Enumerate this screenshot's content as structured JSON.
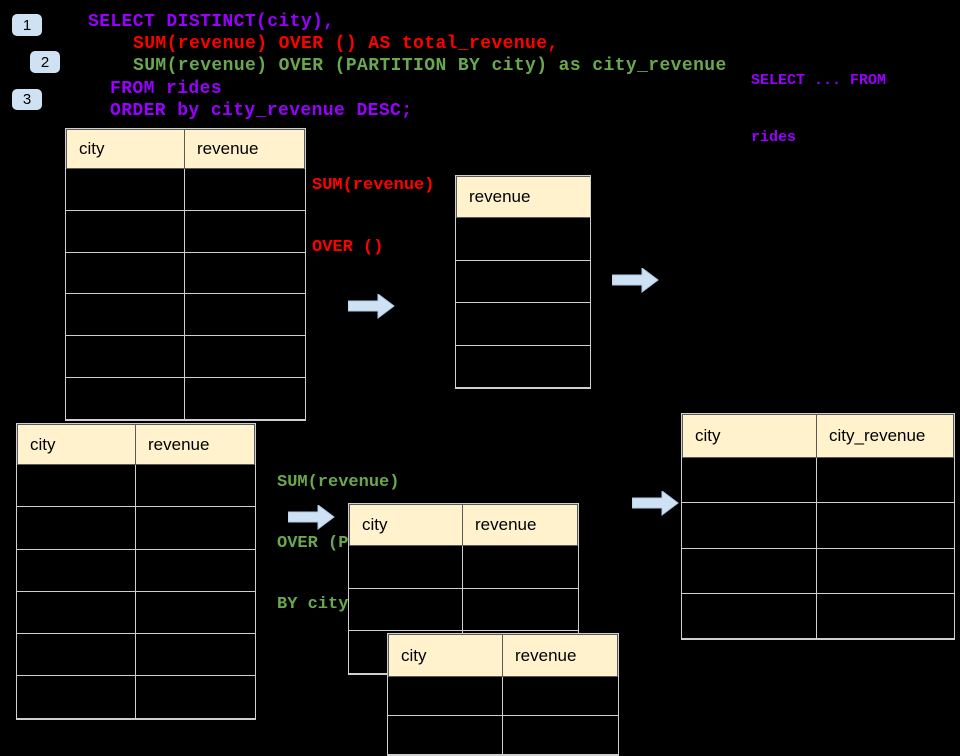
{
  "badges": [
    {
      "label": "1"
    },
    {
      "label": "2"
    },
    {
      "label": "3"
    }
  ],
  "sql": {
    "line1": "SELECT DISTINCT(city),",
    "line2": "SUM(revenue) OVER () AS total_revenue,",
    "line3": "SUM(revenue) OVER (PARTITION BY city) as city_revenue",
    "line4": "FROM rides",
    "line5": "ORDER by city_revenue DESC;"
  },
  "side_note": {
    "line1": "SELECT ... FROM",
    "line2": "rides"
  },
  "labels": {
    "total_window": {
      "line1": "SUM(revenue)",
      "line2": "OVER ()"
    },
    "partition_window": {
      "line1": "SUM(revenue)",
      "line2": "OVER (PARTITION",
      "line3": "BY city)"
    }
  },
  "tables": {
    "rides_top": {
      "headers": [
        "city",
        "revenue"
      ],
      "rows": 6
    },
    "total_revenue": {
      "headers": [
        "revenue"
      ],
      "rows": 4
    },
    "rides_bottom": {
      "headers": [
        "city",
        "revenue"
      ],
      "rows": 6
    },
    "partition_mid": {
      "headers": [
        "city",
        "revenue"
      ],
      "rows": 3
    },
    "partition_overlay": {
      "headers": [
        "city",
        "revenue"
      ],
      "rows": 2
    },
    "result": {
      "headers": [
        "city",
        "city_revenue"
      ],
      "rows": 4
    }
  },
  "colors": {
    "background": "#000000",
    "sql_purple": "#9900ff",
    "sql_red": "#ff0000",
    "sql_green": "#6aa84f",
    "table_header_fill": "#fff2cc",
    "table_border": "#cfcfcf",
    "badge_fill": "#cfe2f3",
    "arrow_fill": "#cfe2f3"
  }
}
